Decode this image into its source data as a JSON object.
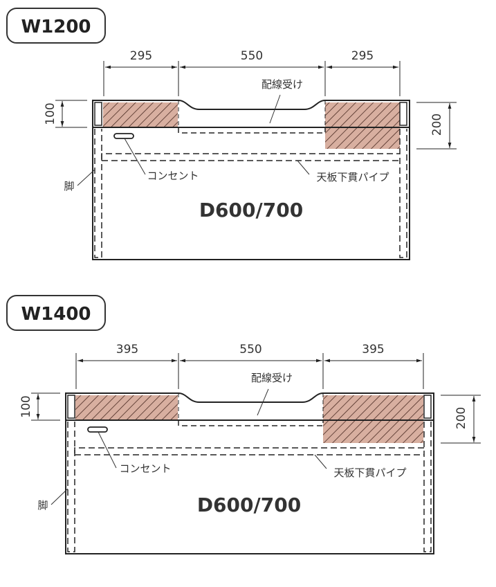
{
  "colors": {
    "hatch_fill": "#d8afa0",
    "hatch_line": "#4a2a22",
    "line": "#222222",
    "text": "#333333"
  },
  "diagrams": [
    {
      "title": "W1200",
      "dims_top": [
        "295",
        "550",
        "295"
      ],
      "dim_left": "100",
      "dim_right": "200",
      "label_wiring": "配線受け",
      "label_outlet": "コンセント",
      "label_pipe": "天板下貫パイプ",
      "label_leg": "脚",
      "depth": "D600/700"
    },
    {
      "title": "W1400",
      "dims_top": [
        "395",
        "550",
        "395"
      ],
      "dim_left": "100",
      "dim_right": "200",
      "label_wiring": "配線受け",
      "label_outlet": "コンセント",
      "label_pipe": "天板下貫パイプ",
      "label_leg": "脚",
      "depth": "D600/700"
    }
  ]
}
